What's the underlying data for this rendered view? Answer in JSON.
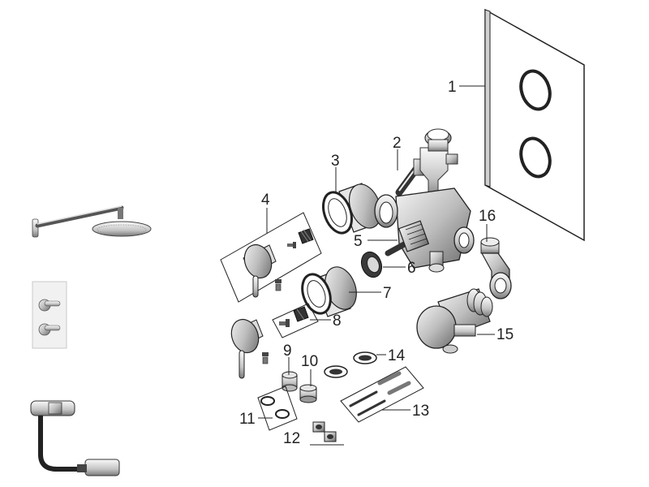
{
  "diagram": {
    "part_numbers": [
      "1",
      "2",
      "3",
      "4",
      "5",
      "6",
      "7",
      "8",
      "9",
      "10",
      "11",
      "12",
      "13",
      "14",
      "15",
      "16"
    ]
  },
  "thumbnails": [
    {
      "name": "shower-head-thumbnail"
    },
    {
      "name": "valve-plate-thumbnail"
    },
    {
      "name": "bath-filler-thumbnail"
    }
  ],
  "colors": {
    "line": "#222222",
    "chrome_light": "#e8e8e8",
    "chrome_mid": "#b8b8b8",
    "chrome_dark": "#555555",
    "background": "#ffffff"
  }
}
